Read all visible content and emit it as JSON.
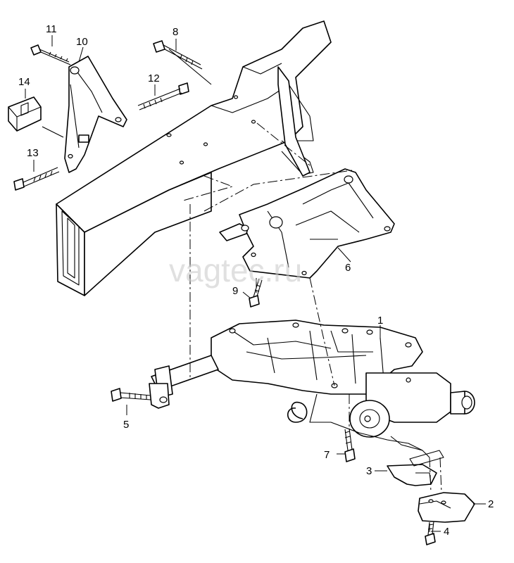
{
  "watermark": "vagtec.ru",
  "callouts": {
    "p1": "1",
    "p2": "2",
    "p3": "3",
    "p4": "4",
    "p5": "5",
    "p6": "6",
    "p7": "7",
    "p8": "8",
    "p9": "9",
    "p10": "10",
    "p11": "11",
    "p12": "12",
    "p13": "13",
    "p14": "14"
  }
}
